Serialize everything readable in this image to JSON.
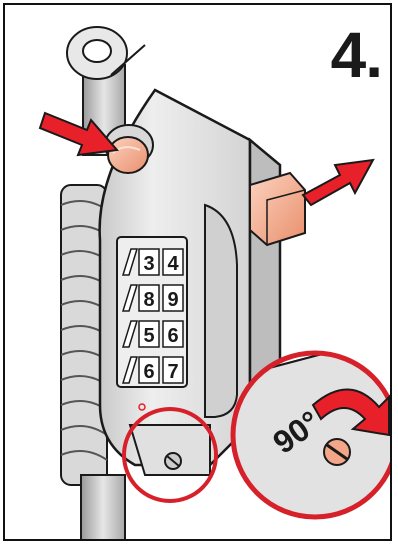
{
  "step": {
    "number_label": "4."
  },
  "dial_digits": [
    [
      "3",
      "4"
    ],
    [
      "8",
      "9"
    ],
    [
      "5",
      "6"
    ],
    [
      "6",
      "7"
    ]
  ],
  "rotation": {
    "label": "90°",
    "angle_degrees": 90
  },
  "colors": {
    "arrow_red": "#e8202a",
    "circle_red": "#d6212b",
    "button_peach": "#f4a788",
    "lock_body": "#e4e4e4",
    "outline": "#1a1a1a"
  },
  "icons": [
    "press-arrow-icon",
    "pull-arrow-icon",
    "rotate-arrow-icon",
    "screw-icon"
  ]
}
